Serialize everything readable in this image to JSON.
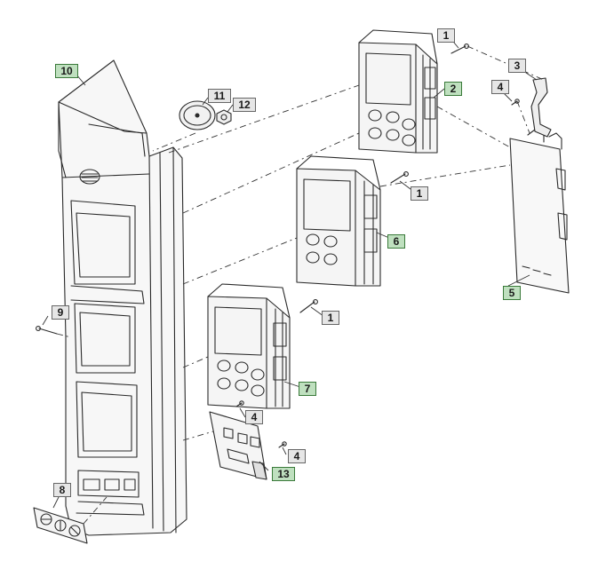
{
  "diagram": {
    "callouts": [
      {
        "id": "10",
        "label": "10",
        "style": "green"
      },
      {
        "id": "11",
        "label": "11",
        "style": "gray"
      },
      {
        "id": "12",
        "label": "12",
        "style": "gray"
      },
      {
        "id": "1a",
        "label": "1",
        "style": "gray"
      },
      {
        "id": "2",
        "label": "2",
        "style": "green"
      },
      {
        "id": "3",
        "label": "3",
        "style": "gray"
      },
      {
        "id": "4a",
        "label": "4",
        "style": "gray"
      },
      {
        "id": "1b",
        "label": "1",
        "style": "gray"
      },
      {
        "id": "6",
        "label": "6",
        "style": "green"
      },
      {
        "id": "5",
        "label": "5",
        "style": "green"
      },
      {
        "id": "9",
        "label": "9",
        "style": "gray"
      },
      {
        "id": "1c",
        "label": "1",
        "style": "gray"
      },
      {
        "id": "7",
        "label": "7",
        "style": "green"
      },
      {
        "id": "4b",
        "label": "4",
        "style": "gray"
      },
      {
        "id": "4c",
        "label": "4",
        "style": "gray"
      },
      {
        "id": "13",
        "label": "13",
        "style": "green"
      },
      {
        "id": "8",
        "label": "8",
        "style": "gray"
      }
    ],
    "colors": {
      "line": "#2a2a2a",
      "dash": "#333333",
      "green_fill": "#bfe0bf",
      "gray_fill": "#e6e6e6"
    }
  }
}
